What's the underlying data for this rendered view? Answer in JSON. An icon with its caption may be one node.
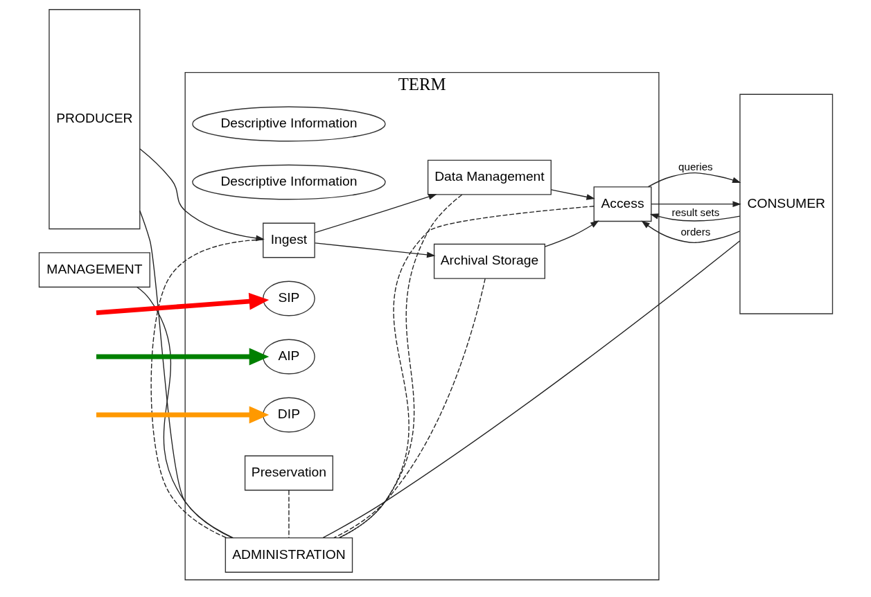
{
  "diagram": {
    "nodes": [
      {
        "text": [
          "PRODUCER"
        ]
      },
      {
        "text": [
          "TERM"
        ]
      },
      {
        "text": [
          "Descriptive Information"
        ],
        "in": 1
      },
      {
        "text": [
          "Data Management"
        ],
        "in": 1
      },
      {
        "text": [
          "Descriptive Information"
        ],
        "in": 1
      },
      {
        "text": [
          "Ingest"
        ],
        "in": 1
      },
      {
        "text": [
          "AIP"
        ],
        "in": 1
      },
      {
        "text": [
          "Access"
        ],
        "in": 1
      },
      {
        "text": [
          "SIP"
        ],
        "in": 1
      },
      {
        "text": [
          "DIP"
        ],
        "in": 1
      },
      {
        "text": [
          "Archival Storage"
        ],
        "in": 1
      },
      {
        "text": [
          "Preservation"
        ],
        "in": 1
      },
      {
        "text": [
          "ADMINISTRATION"
        ],
        "in": 1
      },
      {
        "text": [
          "CONSUMER"
        ]
      },
      {
        "text": [
          "MANAGEMENT"
        ]
      }
    ],
    "edges": [
      {
        "from": 0,
        "to": 5,
        "arrow": "to"
      },
      {
        "from": 5,
        "to": 3,
        "arrow": "to"
      },
      {
        "from": 5,
        "to": 10,
        "arrow": "to"
      },
      {
        "from": 3,
        "to": 7,
        "arrow": "to"
      },
      {
        "from": 10,
        "to": 7,
        "arrow": "to"
      },
      {
        "from": 7,
        "to": 13,
        "arrow": "to",
        "label": "queries"
      },
      {
        "from": 13,
        "to": 7,
        "arrow": "to",
        "label": "result sets"
      },
      {
        "from": 7,
        "to": 13,
        "arrow": "to"
      },
      {
        "from": 13,
        "to": 7,
        "arrow": "to",
        "label": "orders"
      },
      {
        "from": 5,
        "to": 12,
        "arrow": "none",
        "style": "dashed"
      },
      {
        "from": 3,
        "to": 12,
        "arrow": "none",
        "style": "dashed"
      },
      {
        "from": 10,
        "to": 12,
        "arrow": "none",
        "style": "dashed"
      },
      {
        "from": 7,
        "to": 12,
        "arrow": "none",
        "style": "dashed"
      },
      {
        "from": 11,
        "to": 12,
        "arrow": "none",
        "style": "dashed"
      },
      {
        "from": 0,
        "to": 12,
        "arrow": "none"
      },
      {
        "from": 12,
        "to": 13,
        "arrow": "none"
      },
      {
        "from": 12,
        "to": 14,
        "arrow": "none"
      },
      {
        "from": null,
        "to": 8,
        "arrow": "to",
        "style": "thick",
        "color": "#ff0000"
      },
      {
        "from": null,
        "to": 6,
        "arrow": "to",
        "style": "thick",
        "color": "#008000"
      },
      {
        "from": null,
        "to": 9,
        "arrow": "to",
        "style": "thick",
        "color": "#ff9900"
      }
    ]
  }
}
